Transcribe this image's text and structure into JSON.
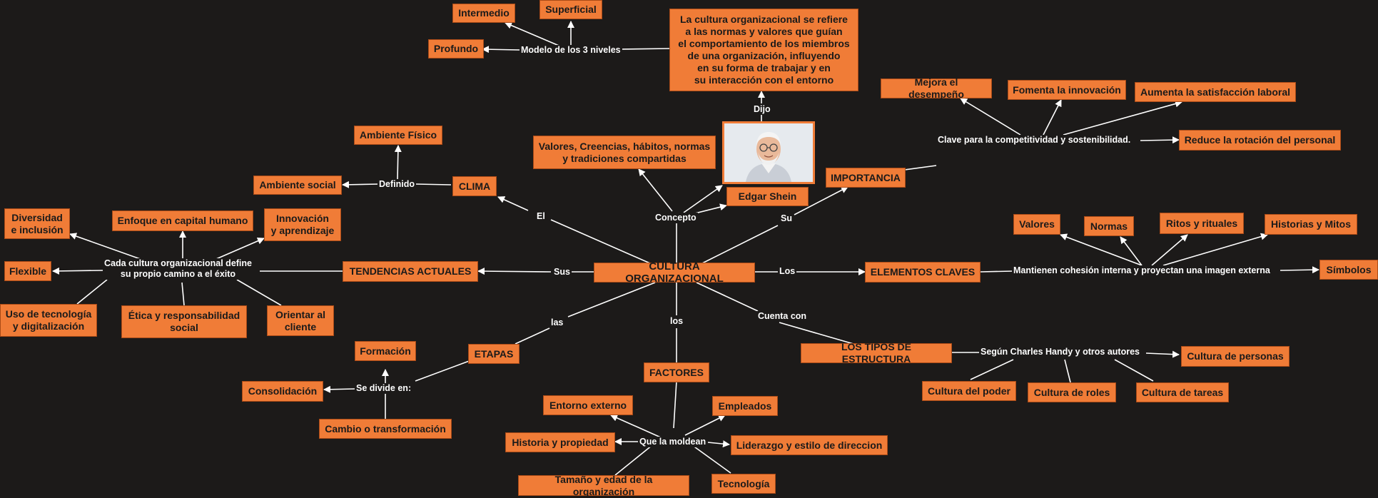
{
  "colors": {
    "node_fill": "#f07c37",
    "background": "#1c1a19",
    "line": "#ffffff"
  },
  "nodes": {
    "center": "CULTURA ORGANIZACIONAL",
    "definicion": "La cultura organizacional se refiere\na las normas y valores que guían\nel comportamiento de los miembros\nde una organización, influyendo\nen su forma de trabajar y en\nsu interacción con el entorno",
    "intermedio": "Intermedio",
    "superficial": "Superficial",
    "profundo": "Profundo",
    "valores_creencias": "Valores, Creencias, hábitos, normas\ny tradiciones compartidas",
    "edgar": "Edgar Shein",
    "ambiente_fisico": "Ambiente Físico",
    "ambiente_social": "Ambiente social",
    "clima": "CLIMA",
    "importancia": "IMPORTANCIA",
    "mejora": "Mejora el desempeño",
    "fomenta": "Fomenta la innovación",
    "aumenta": "Aumenta la satisfacción laboral",
    "reduce": "Reduce la rotación del personal",
    "diversidad": "Diversidad\ne inclusión",
    "enfoque": "Enfoque en capital humano",
    "innovacion": "Innovación\ny aprendizaje",
    "flexible": "Flexible",
    "tecnologia_dig": "Uso de tecnología\ny digitalización",
    "etica": "Ética y responsabilidad\nsocial",
    "orientar": "Orientar al\ncliente",
    "tendencias": "TENDENCIAS ACTUALES",
    "valores": "Valores",
    "normas": "Normas",
    "ritos": "Ritos y rituales",
    "historias": "Historias y Mitos",
    "simbolos": "Símbolos",
    "elementos": "ELEMENTOS CLAVES",
    "formacion": "Formación",
    "etapas": "ETAPAS",
    "consolidacion": "Consolidación",
    "cambio": "Cambio o transformación",
    "factores": "FACTORES",
    "estructura": "LOS TIPOS DE ESTRUCTURA",
    "personas": "Cultura de personas",
    "poder": "Cultura del poder",
    "roles": "Cultura de roles",
    "tareas": "Cultura de tareas",
    "entorno": "Entorno externo",
    "empleados": "Empleados",
    "historia": "Historia y propiedad",
    "liderazgo": "Liderazgo y estilo de direccion",
    "tamano": "Tamaño y edad de la organización",
    "tecnologia": "Tecnología"
  },
  "labels": {
    "modelo": "Modelo de los 3 niveles",
    "dijo": "Dijo",
    "concepto": "Concepto",
    "definido": "Definido",
    "el": "El",
    "su": "Su",
    "clave": "Clave para la competitividad y sostenibilidad.",
    "cada": "Cada cultura organizacional define\nsu propio camino a el éxito",
    "sus": "Sus",
    "los1": "Los",
    "mantienen": "Mantienen cohesión interna y proyectan una imagen externa",
    "las": "las",
    "los2": "los",
    "cuenta": "Cuenta con",
    "segun": "Según Charles Handy y otros autores",
    "divide": "Se divide en:",
    "moldean": "Que la moldean"
  }
}
